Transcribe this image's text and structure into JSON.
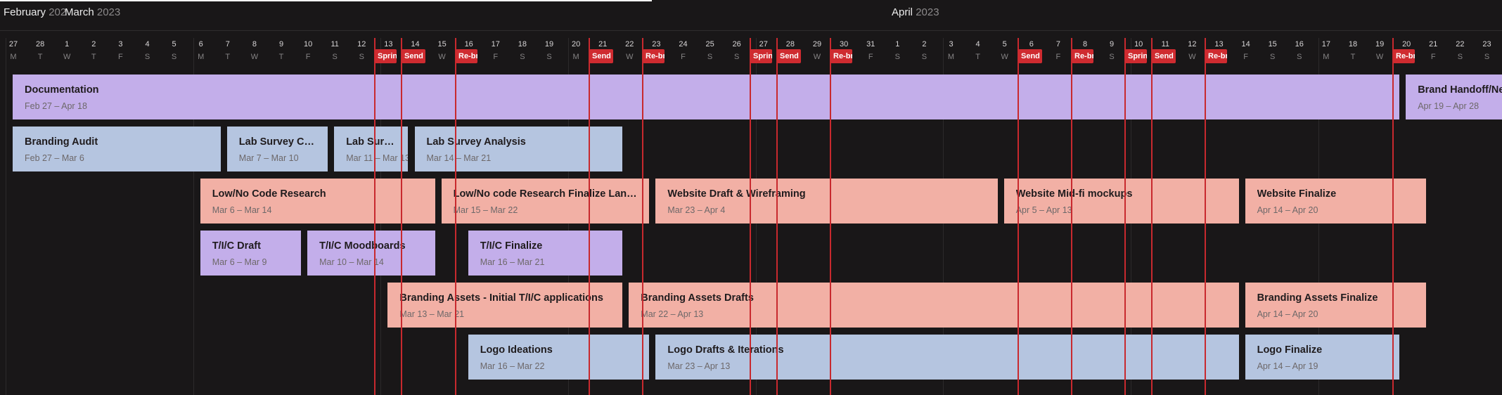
{
  "months": [
    {
      "name": "February",
      "year": "2023"
    },
    {
      "name": "March",
      "year": "2023"
    },
    {
      "name": "April",
      "year": "2023"
    }
  ],
  "days": [
    {
      "n": "27",
      "l": "M"
    },
    {
      "n": "28",
      "l": "T"
    },
    {
      "n": "1",
      "l": "W"
    },
    {
      "n": "2",
      "l": "T"
    },
    {
      "n": "3",
      "l": "F"
    },
    {
      "n": "4",
      "l": "S"
    },
    {
      "n": "5",
      "l": "S"
    },
    {
      "n": "6",
      "l": "M"
    },
    {
      "n": "7",
      "l": "T"
    },
    {
      "n": "8",
      "l": "W"
    },
    {
      "n": "9",
      "l": "T"
    },
    {
      "n": "10",
      "l": "F"
    },
    {
      "n": "11",
      "l": "S"
    },
    {
      "n": "12",
      "l": "S"
    },
    {
      "n": "13",
      "l": "M"
    },
    {
      "n": "14",
      "l": "T"
    },
    {
      "n": "15",
      "l": "W"
    },
    {
      "n": "16",
      "l": "T"
    },
    {
      "n": "17",
      "l": "F"
    },
    {
      "n": "18",
      "l": "S"
    },
    {
      "n": "19",
      "l": "S"
    },
    {
      "n": "20",
      "l": "M"
    },
    {
      "n": "21",
      "l": "T"
    },
    {
      "n": "22",
      "l": "W"
    },
    {
      "n": "23",
      "l": "T"
    },
    {
      "n": "24",
      "l": "F"
    },
    {
      "n": "25",
      "l": "S"
    },
    {
      "n": "26",
      "l": "S"
    },
    {
      "n": "27",
      "l": "M"
    },
    {
      "n": "28",
      "l": "T"
    },
    {
      "n": "29",
      "l": "W"
    },
    {
      "n": "30",
      "l": "T"
    },
    {
      "n": "31",
      "l": "F"
    },
    {
      "n": "1",
      "l": "S"
    },
    {
      "n": "2",
      "l": "S"
    },
    {
      "n": "3",
      "l": "M"
    },
    {
      "n": "4",
      "l": "T"
    },
    {
      "n": "5",
      "l": "W"
    },
    {
      "n": "6",
      "l": "T"
    },
    {
      "n": "7",
      "l": "F"
    },
    {
      "n": "8",
      "l": "S"
    },
    {
      "n": "9",
      "l": "S"
    },
    {
      "n": "10",
      "l": "M"
    },
    {
      "n": "11",
      "l": "T"
    },
    {
      "n": "12",
      "l": "W"
    },
    {
      "n": "13",
      "l": "T"
    },
    {
      "n": "14",
      "l": "F"
    },
    {
      "n": "15",
      "l": "S"
    },
    {
      "n": "16",
      "l": "S"
    },
    {
      "n": "17",
      "l": "M"
    },
    {
      "n": "18",
      "l": "T"
    },
    {
      "n": "19",
      "l": "W"
    },
    {
      "n": "20",
      "l": "T"
    },
    {
      "n": "21",
      "l": "F"
    },
    {
      "n": "22",
      "l": "S"
    },
    {
      "n": "23",
      "l": "S"
    }
  ],
  "markers": [
    {
      "label": "Spring",
      "day": 14
    },
    {
      "label": "Send",
      "day": 15
    },
    {
      "label": "Re-brief",
      "day": 17
    },
    {
      "label": "Send",
      "day": 22
    },
    {
      "label": "Re-brief",
      "day": 24
    },
    {
      "label": "Spring",
      "day": 28
    },
    {
      "label": "Send",
      "day": 29
    },
    {
      "label": "Re-brief",
      "day": 31
    },
    {
      "label": "Send",
      "day": 38
    },
    {
      "label": "Re-brief",
      "day": 40
    },
    {
      "label": "Spring",
      "day": 42
    },
    {
      "label": "Send",
      "day": 43
    },
    {
      "label": "Re-brief",
      "day": 45
    },
    {
      "label": "Re-brief",
      "day": 52
    }
  ],
  "tasks": [
    {
      "title": "Documentation",
      "dates": "Feb 27 – Apr 18",
      "start": 0,
      "end": 51,
      "row": 0,
      "color": "purple"
    },
    {
      "title": "Brand Handoff/Next steps",
      "dates": "Apr 19 – Apr 28",
      "start": 52,
      "end": 61,
      "row": 0,
      "color": "purple"
    },
    {
      "title": "Branding Audit",
      "dates": "Feb 27 – Mar 6",
      "start": 0,
      "end": 7,
      "row": 1,
      "color": "blue"
    },
    {
      "title": "Lab Survey Creation",
      "dates": "Mar 7 – Mar 10",
      "start": 8,
      "end": 11,
      "row": 1,
      "color": "blue"
    },
    {
      "title": "Lab Survey Distribution",
      "dates": "Mar 11 – Mar 13",
      "start": 12,
      "end": 14,
      "row": 1,
      "color": "blue"
    },
    {
      "title": "Lab Survey Analysis",
      "dates": "Mar 14 – Mar 21",
      "start": 15,
      "end": 22,
      "row": 1,
      "color": "blue"
    },
    {
      "title": "Low/No Code Research",
      "dates": "Mar 6 – Mar 14",
      "start": 7,
      "end": 15,
      "row": 2,
      "color": "salmon"
    },
    {
      "title": "Low/No code Research Finalize Landing",
      "dates": "Mar 15 – Mar 22",
      "start": 16,
      "end": 23,
      "row": 2,
      "color": "salmon"
    },
    {
      "title": "Website Draft & Wireframing",
      "dates": "Mar 23 – Apr 4",
      "start": 24,
      "end": 36,
      "row": 2,
      "color": "salmon"
    },
    {
      "title": "Website Mid-fi mockups",
      "dates": "Apr 5 – Apr 13",
      "start": 37,
      "end": 45,
      "row": 2,
      "color": "salmon"
    },
    {
      "title": "Website Finalize",
      "dates": "Apr 14 – Apr 20",
      "start": 46,
      "end": 52,
      "row": 2,
      "color": "salmon"
    },
    {
      "title": "T/I/C Draft",
      "dates": "Mar 6 – Mar 9",
      "start": 7,
      "end": 10,
      "row": 3,
      "color": "purple"
    },
    {
      "title": "T/I/C Moodboards",
      "dates": "Mar 10 – Mar 14",
      "start": 11,
      "end": 15,
      "row": 3,
      "color": "purple"
    },
    {
      "title": "T/I/C Finalize",
      "dates": "Mar 16 – Mar 21",
      "start": 17,
      "end": 22,
      "row": 3,
      "color": "purple"
    },
    {
      "title": "Branding Assets - Initial T/I/C applications",
      "dates": "Mar 13 – Mar 21",
      "start": 14,
      "end": 22,
      "row": 4,
      "color": "salmon"
    },
    {
      "title": "Branding Assets Drafts",
      "dates": "Mar 22 – Apr 13",
      "start": 23,
      "end": 45,
      "row": 4,
      "color": "salmon"
    },
    {
      "title": "Branding Assets Finalize",
      "dates": "Apr 14 – Apr 20",
      "start": 46,
      "end": 52,
      "row": 4,
      "color": "salmon"
    },
    {
      "title": "Logo Ideations",
      "dates": "Mar 16 – Mar 22",
      "start": 17,
      "end": 23,
      "row": 5,
      "color": "blue"
    },
    {
      "title": "Logo Drafts & Iterations",
      "dates": "Mar 23 – Apr 13",
      "start": 24,
      "end": 45,
      "row": 5,
      "color": "blue"
    },
    {
      "title": "Logo Finalize",
      "dates": "Apr 14 – Apr 19",
      "start": 46,
      "end": 51,
      "row": 5,
      "color": "blue"
    }
  ]
}
